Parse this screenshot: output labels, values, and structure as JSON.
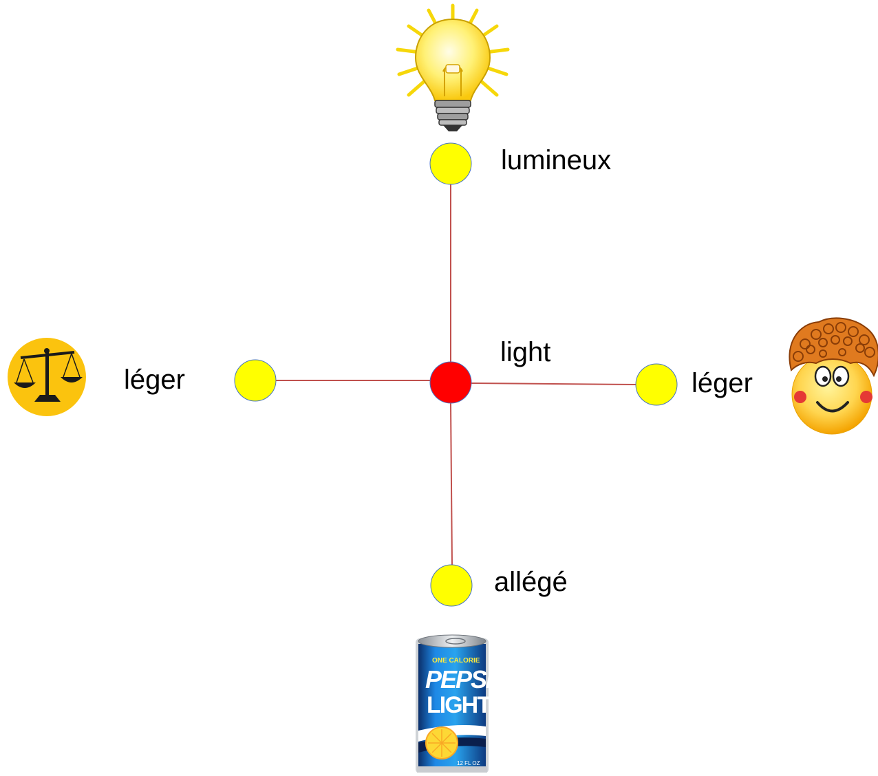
{
  "diagram": {
    "center": {
      "label": "light",
      "color": "#ff0000"
    },
    "branches": [
      {
        "id": "top",
        "label": "lumineux",
        "icon": "lightbulb-icon"
      },
      {
        "id": "left",
        "label": "léger",
        "icon": "scales-icon"
      },
      {
        "id": "right",
        "label": "léger",
        "icon": "happy-face-icon"
      },
      {
        "id": "bottom",
        "label": "allégé",
        "icon": "soda-can-icon"
      }
    ],
    "node_color": "#ffff00",
    "node_stroke": "#4472c4",
    "edge_color": "#c0504d"
  },
  "can": {
    "tagline": "ONE CALORIE",
    "brand": "PEPSI",
    "product": "LIGHT",
    "volume": "12 FL OZ"
  }
}
